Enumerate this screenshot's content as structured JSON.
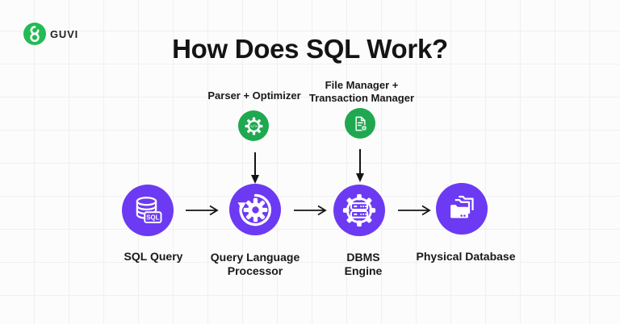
{
  "brand": {
    "name": "GUVI",
    "logo_icon": "guvi-logo-icon",
    "logo_green": "#23BB54"
  },
  "title": "How Does SQL Work?",
  "colors": {
    "background": "#FCFCFC",
    "grid_line": "#F0F0F0",
    "accent_purple": "#6C3AF2",
    "icon_green": "#1FA850",
    "arrow": "#141414",
    "text": "#191919"
  },
  "aux_nodes": {
    "parser": {
      "label": "Parser + Optimizer",
      "icon": "gear-code-icon",
      "code_glyph": "</>"
    },
    "file_manager": {
      "label_line1": "File Manager +",
      "label_line2": "Transaction Manager",
      "icon": "document-gear-icon"
    }
  },
  "flow_nodes": {
    "sql_query": {
      "label": "SQL Query",
      "icon": "database-sql-icon",
      "badge": "SQL"
    },
    "query_language_processor": {
      "label_line1": "Query Language",
      "label_line2": "Processor",
      "icon": "gear-sync-icon"
    },
    "dbms_engine": {
      "label_line1": "DBMS",
      "label_line2": "Engine",
      "icon": "server-gear-icon"
    },
    "physical_database": {
      "label": "Physical Database",
      "icon": "folders-icon"
    }
  }
}
